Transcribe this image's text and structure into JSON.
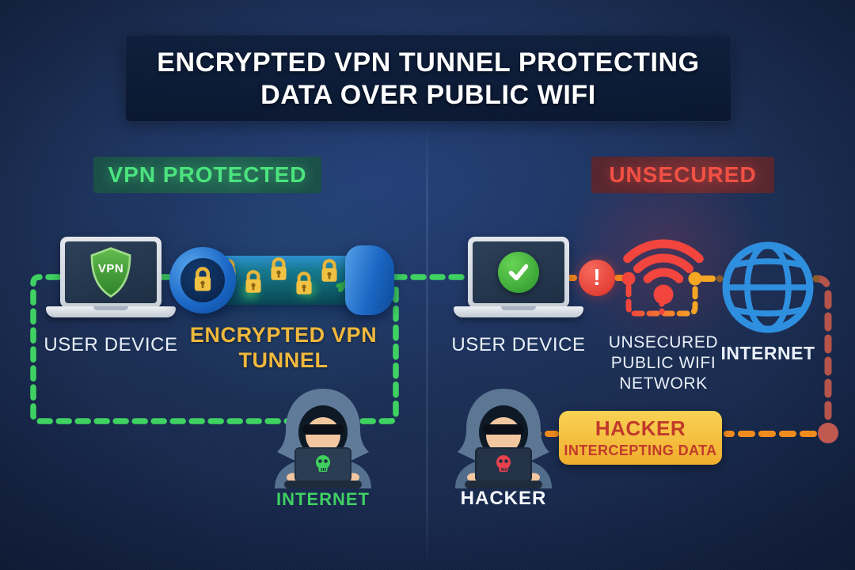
{
  "title": {
    "line1": "ENCRYPTED VPN TUNNEL PROTECTING",
    "line2": "DATA OVER PUBLIC WIFI"
  },
  "badges": {
    "protected": "VPN PROTECTED",
    "unsecured": "UNSECURED"
  },
  "vpn_side": {
    "device_label": "USER DEVICE",
    "shield_label": "VPN",
    "tunnel_label_line1": "ENCRYPTED VPN",
    "tunnel_label_line2": "TUNNEL",
    "internet_label": "INTERNET"
  },
  "unsecured_side": {
    "device_label": "USER DEVICE",
    "alert_symbol": "!",
    "wifi_label_line1": "UNSECURED",
    "wifi_label_line2": "PUBLIC WIFI",
    "wifi_label_line3": "NETWORK",
    "internet_label": "INTERNET",
    "hacker_label": "HACKER",
    "banner_line1": "HACKER",
    "banner_line2": "INTERCEPTING DATA"
  },
  "colors": {
    "background": "#1b2e54",
    "green_dash": "#3fd262",
    "gold": "#f0b83c",
    "red": "#f1453d",
    "orange_dash": "#f08c1e",
    "dark_red_dash": "#b5544a",
    "banner_bg": "#f6c445",
    "banner_text": "#c13a2b",
    "globe_blue": "#2f8fdf",
    "shield_green": "#3f9c35"
  }
}
